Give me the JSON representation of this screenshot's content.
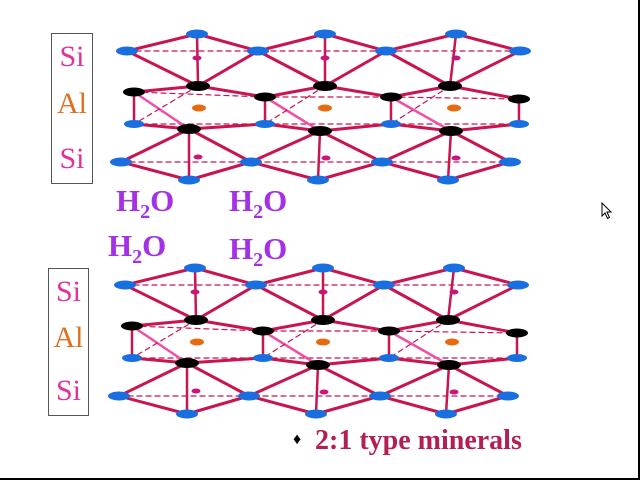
{
  "layers": {
    "top": {
      "si_top_label": "Si",
      "al_label": "Al",
      "si_bottom_label": "Si"
    },
    "bottom": {
      "si_top_label": "Si",
      "al_label": "Al",
      "si_bottom_label": "Si"
    }
  },
  "interlayer_water": {
    "element": "H",
    "subscript": "2",
    "element2": "O",
    "molecule_count": 4
  },
  "caption": {
    "bullet": "♦",
    "text": "2:1 type minerals"
  },
  "colors": {
    "si_label": "#e0329a",
    "al_label": "#e07020",
    "water_text": "#a431e5",
    "caption_text": "#b31e54",
    "bond_line": "#c8154f",
    "bond_line_light": "#ef4fa6",
    "oxygen_atom": "#1a6fe0",
    "hydroxyl_atom": "#000000",
    "aluminum_atom": "#e86a10",
    "silicon_atom": "#c8157a"
  },
  "icons": {
    "cursor": "mouse-pointer-icon"
  }
}
